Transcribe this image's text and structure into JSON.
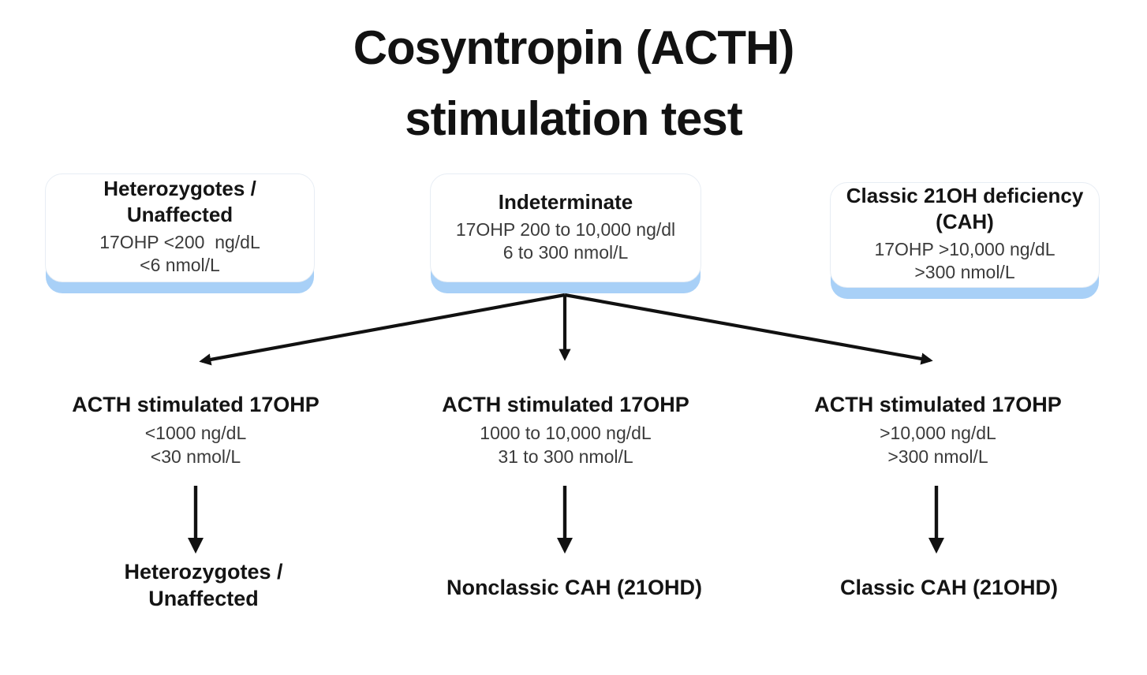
{
  "title": "Cosyntropin (ACTH)\nstimulation test",
  "colors": {
    "accent_blue": "#a8d0f7",
    "heading_text": "#141414",
    "value_text": "#3b3b3b",
    "arrow": "#111111",
    "background": "#ffffff"
  },
  "top_boxes": [
    {
      "title": "Heterozygotes /\nUnaffected",
      "line1": "17OHP <200  ng/dL",
      "line2": "<6 nmol/L"
    },
    {
      "title": "Indeterminate",
      "line1": "17OHP 200 to 10,000 ng/dl",
      "line2": "6 to 300 nmol/L"
    },
    {
      "title": "Classic 21OH deficiency\n(CAH)",
      "line1": "17OHP >10,000 ng/dL",
      "line2": ">300 nmol/L"
    }
  ],
  "stimulated_results": [
    {
      "heading": "ACTH stimulated 17OHP",
      "line1": "<1000 ng/dL",
      "line2": "<30 nmol/L"
    },
    {
      "heading": "ACTH stimulated 17OHP",
      "line1": "1000 to 10,000 ng/dL",
      "line2": "31 to 300 nmol/L"
    },
    {
      "heading": "ACTH stimulated 17OHP",
      "line1": ">10,000 ng/dL",
      "line2": ">300 nmol/L"
    }
  ],
  "outcomes": [
    {
      "label": "Heterozygotes /\nUnaffected"
    },
    {
      "label": "Nonclassic CAH (21OHD)"
    },
    {
      "label": "Classic CAH (21OHD)"
    }
  ]
}
